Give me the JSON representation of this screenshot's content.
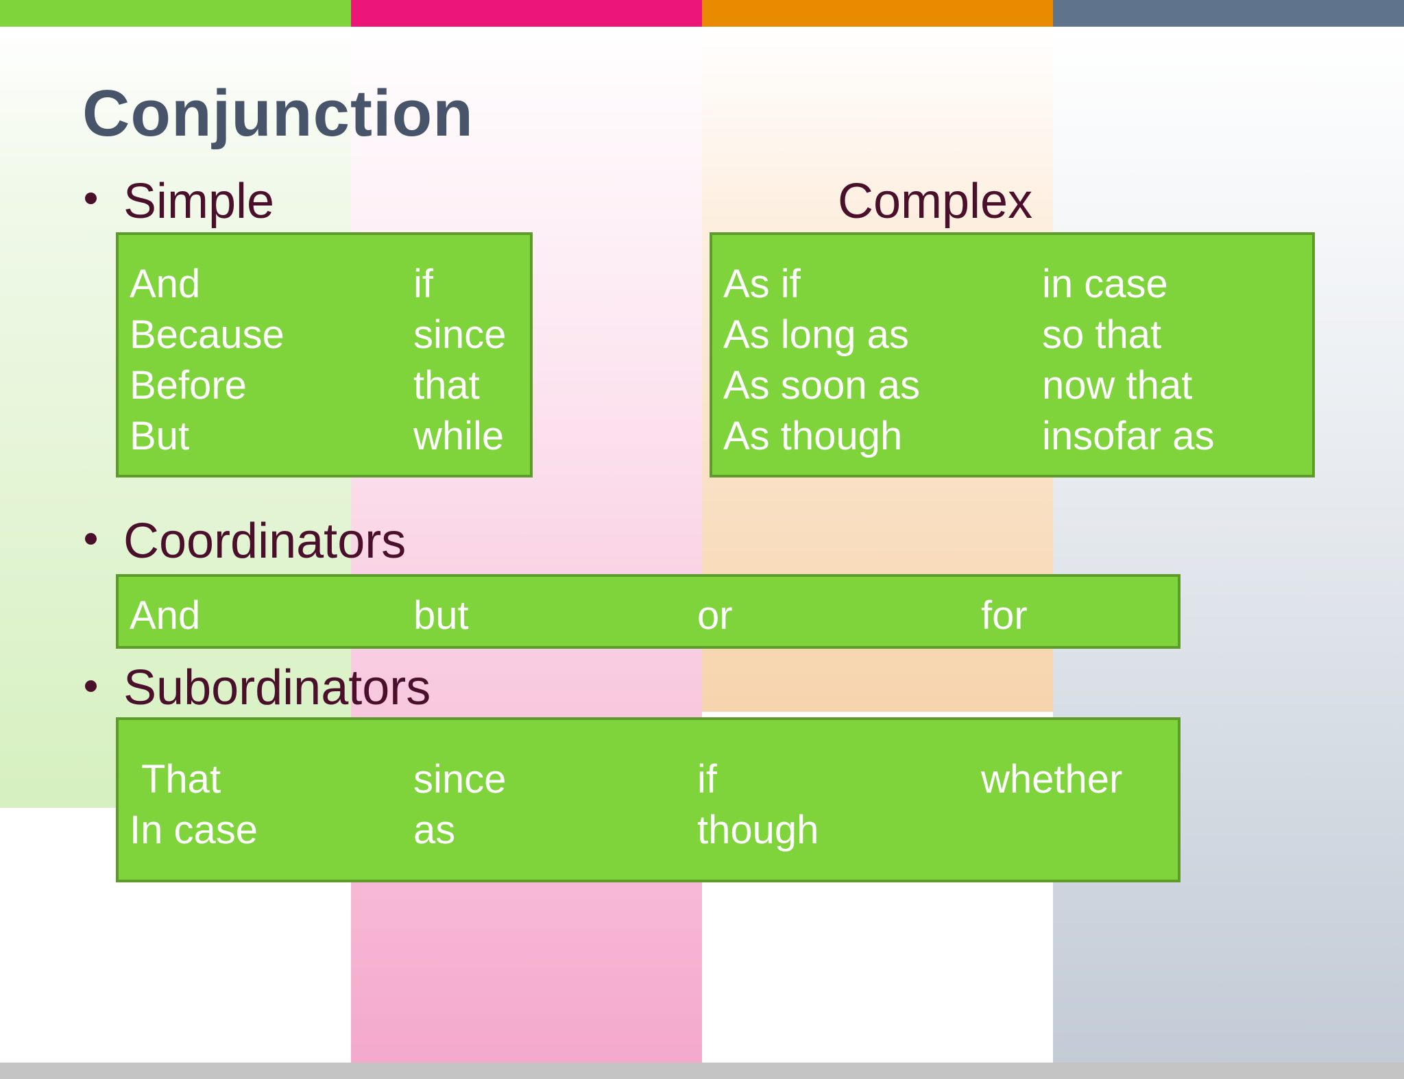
{
  "colors": {
    "strip": [
      "#7fd33b",
      "#ec1678",
      "#e88b00",
      "#60738c"
    ],
    "box_fill": "#7fd33b",
    "box_border": "#5d9c2a",
    "title": "#47546a",
    "heading": "#4a0f2b",
    "box_text": "#ffffff"
  },
  "title": "Conjunction",
  "simple": {
    "heading": "Simple",
    "col1": [
      "And",
      "Because",
      "Before",
      "But"
    ],
    "col2": [
      "if",
      "since",
      "that",
      "while"
    ]
  },
  "complex": {
    "heading": "Complex",
    "col1": [
      "As if",
      "As long as",
      "As soon as",
      "As though"
    ],
    "col2": [
      "in case",
      "so that",
      "now that",
      "insofar as"
    ]
  },
  "coordinators": {
    "heading": "Coordinators",
    "words": [
      "And",
      "but",
      "or",
      "for"
    ]
  },
  "subordinators": {
    "heading": "Subordinators",
    "row1": [
      "That",
      "since",
      "if",
      "whether"
    ],
    "row2": [
      "In case",
      "as",
      "though"
    ]
  }
}
